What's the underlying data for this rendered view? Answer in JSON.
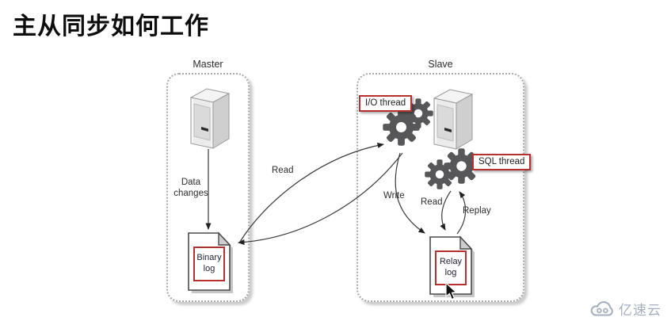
{
  "page": {
    "title": "主从同步如何工作"
  },
  "master": {
    "label": "Master",
    "data_changes_line1": "Data",
    "data_changes_line2": "changes",
    "binary_log_line1": "Binary",
    "binary_log_line2": "log"
  },
  "slave": {
    "label": "Slave",
    "io_thread_label": "I/O thread",
    "sql_thread_label": "SQL thread",
    "relay_log_line1": "Relay",
    "relay_log_line2": "log"
  },
  "arrow_labels": {
    "read_binlog": "Read",
    "write": "Write",
    "read_relay": "Read",
    "replay": "Replay"
  },
  "colors": {
    "highlight_red": "#b5302f",
    "gear_gray": "#57575a",
    "arrow_line": "#3a3a3a",
    "box_border_gray": "#a9a9a9",
    "watermark_gray": "#a4afbf"
  },
  "watermark": {
    "brand": "亿速云"
  }
}
